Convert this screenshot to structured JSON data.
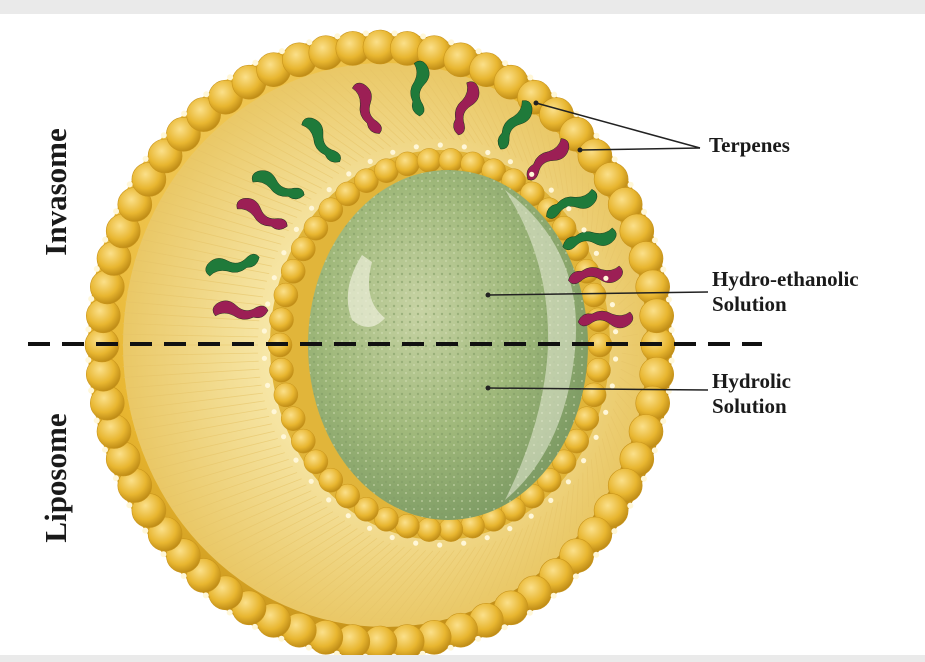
{
  "labels": {
    "top_half": "Invasome",
    "bottom_half": "Liposome"
  },
  "callouts": {
    "terpenes": "Terpenes",
    "hydro_ethanolic_line1": "Hydro-ethanolic",
    "hydro_ethanolic_line2": "Solution",
    "hydrolic_line1": "Hydrolic",
    "hydrolic_line2": "Solution"
  },
  "colors": {
    "lipid_head": "#e8b630",
    "lipid_head_dark": "#c9951c",
    "lipid_tail": "#f4dc8a",
    "core": "#9fb87a",
    "terpene_green": "#1f7a3a",
    "terpene_magenta": "#9c1f55",
    "divider": "#111111"
  }
}
